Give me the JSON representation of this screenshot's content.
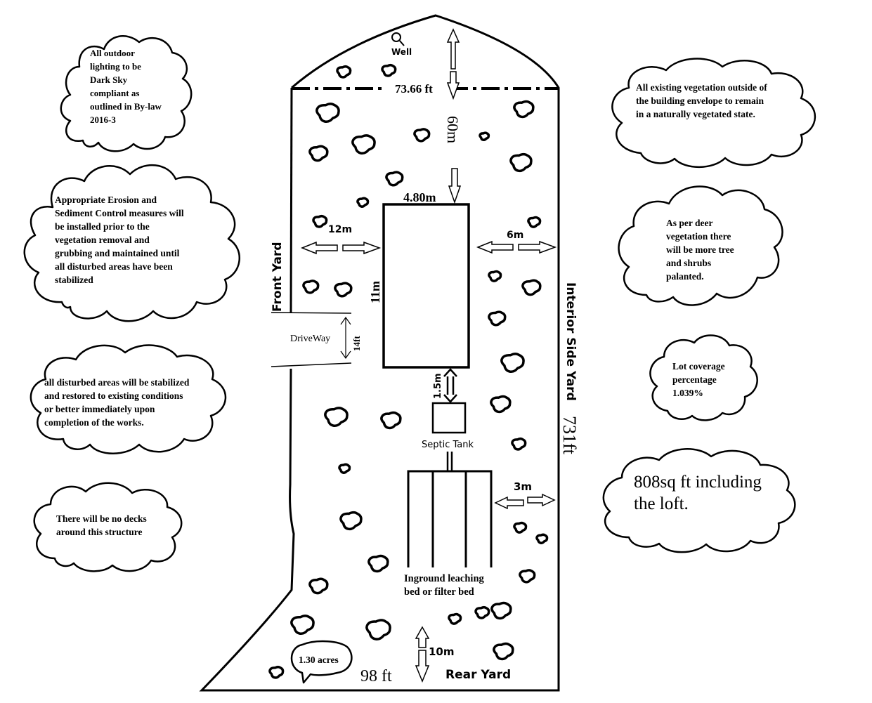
{
  "plan": {
    "well_label": "Well",
    "front_width_label": "73.66  ft",
    "setback_60m_label": "60m",
    "house_width_label": "4.80m",
    "house_length_label": "11m",
    "left_setback_label": "12m",
    "right_setback_label": "6m",
    "front_yard_label": "Front Yard",
    "interior_side_yard_label": "Interior Side Yard",
    "driveway_label": "DriveWay",
    "driveway_width_label": "14ft",
    "tank_gap_label": "1.5m",
    "septic_tank_label": "Septic Tank",
    "leach_setback_label": "3m",
    "leach_bed_line1": "Inground leaching",
    "leach_bed_line2": "bed or filter bed",
    "lot_depth_label": "731ft",
    "rear_setback_label": "10m",
    "rear_width_label": "98 ft",
    "rear_yard_label": "Rear Yard"
  },
  "notes": {
    "dark_sky": [
      "All outdoor",
      "lighting to be",
      "Dark Sky",
      "compliant as",
      "outlined in By-law",
      "2016-3"
    ],
    "erosion": [
      "Appropriate Erosion and",
      "Sediment Control measures will",
      "be installed prior to the",
      "vegetation removal and",
      "grubbing and maintained until",
      "all disturbed areas have been",
      "stabilized"
    ],
    "restore": [
      "all disturbed areas will be stabilized",
      "and restored to existing conditions",
      "or better immediately upon",
      "completion of the works."
    ],
    "decks": [
      "There will be no decks",
      "around this structure"
    ],
    "acres": "1.30 acres",
    "vegetation": [
      "All existing vegetation outside of",
      "the building envelope to remain",
      "in a naturally vegetated state."
    ],
    "deer": [
      "As per deer",
      "vegetation there",
      "will be more tree",
      "and shrubs",
      "palanted."
    ],
    "coverage": [
      "Lot coverage",
      "percentage",
      "1.039%"
    ],
    "area": [
      "808sq ft including",
      "the loft."
    ]
  },
  "colors": {
    "ink": "#000000",
    "paper": "#ffffff"
  }
}
